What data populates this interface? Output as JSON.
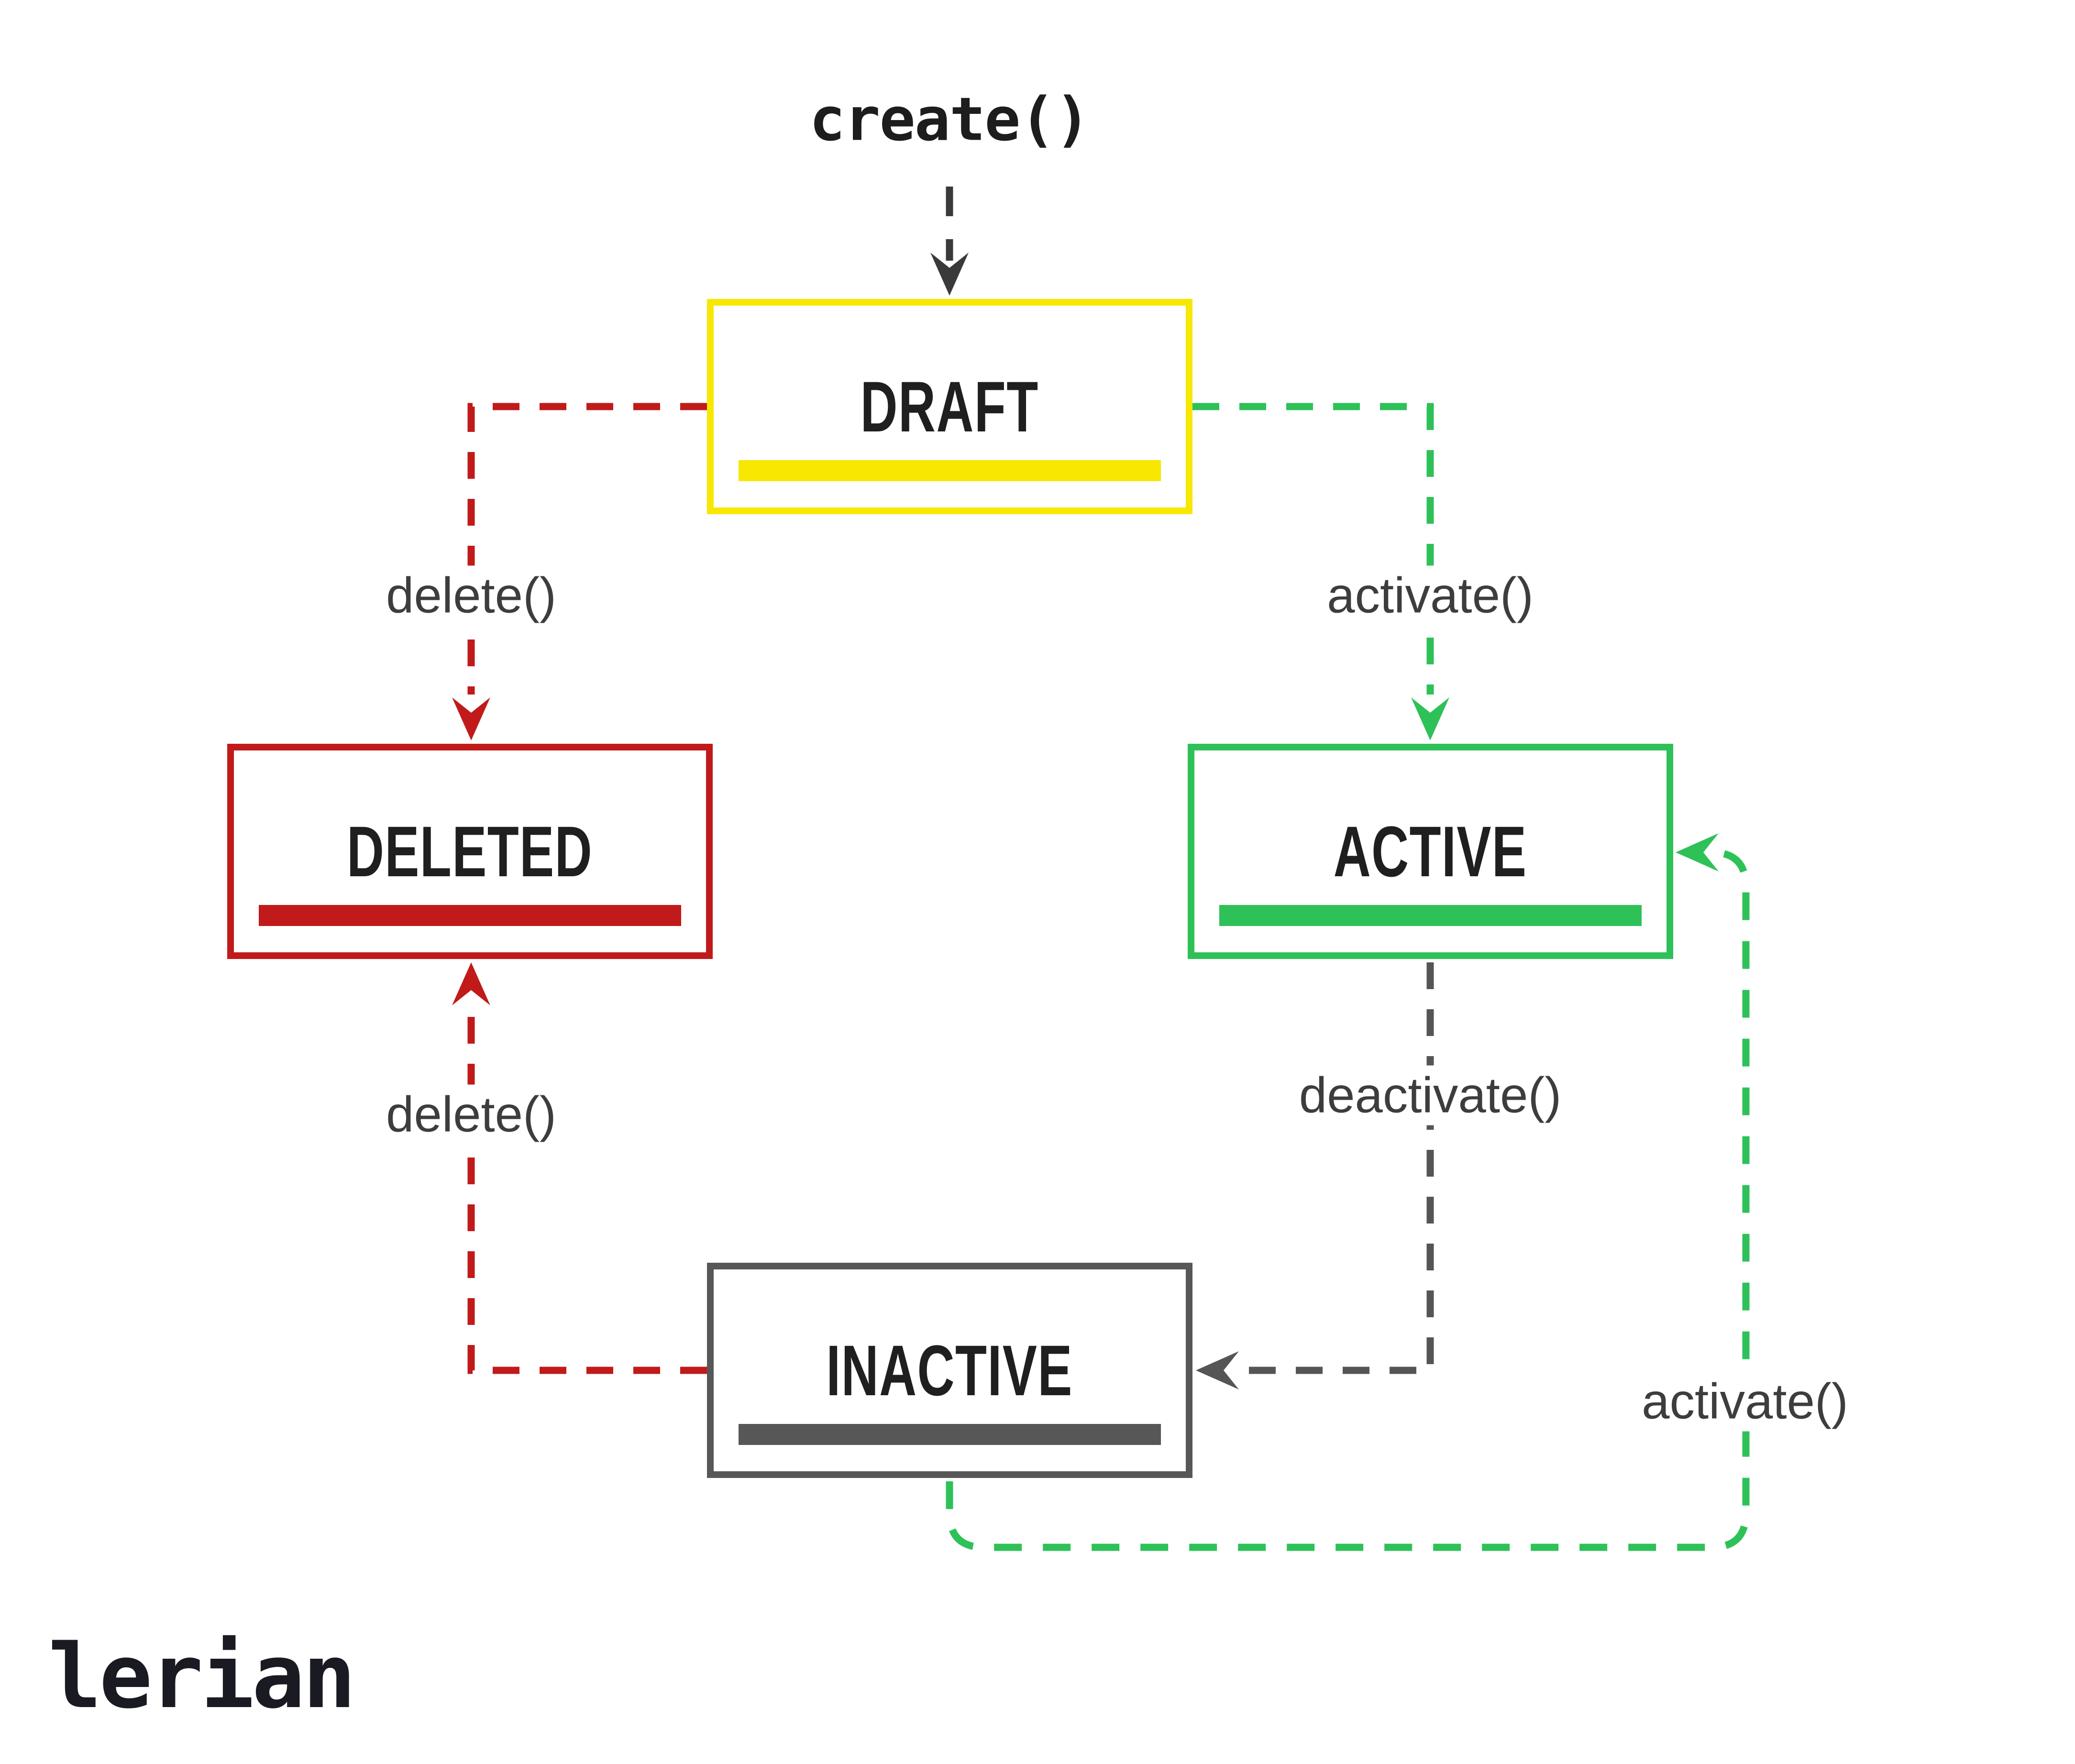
{
  "page": {
    "background_color": "#ffffff",
    "logo_text": "lerian"
  },
  "diagram": {
    "type": "state-machine",
    "entry_label": "create()",
    "states": [
      {
        "label": "DRAFT",
        "color": "#f8e700"
      },
      {
        "label": "DELETED",
        "color": "#c11a1a"
      },
      {
        "label": "ACTIVE",
        "color": "#2ec158"
      },
      {
        "label": "INACTIVE",
        "color": "#575757"
      }
    ],
    "transitions": [
      {
        "from": "start",
        "to": "DRAFT",
        "label": "create()",
        "color": "#3a3a3a",
        "style": "dashed"
      },
      {
        "from": "DRAFT",
        "to": "DELETED",
        "label": "delete()",
        "color": "#c11a1a",
        "style": "dashed"
      },
      {
        "from": "DRAFT",
        "to": "ACTIVE",
        "label": "activate()",
        "color": "#2ec158",
        "style": "dashed"
      },
      {
        "from": "ACTIVE",
        "to": "INACTIVE",
        "label": "deactivate()",
        "color": "#555555",
        "style": "dashed"
      },
      {
        "from": "INACTIVE",
        "to": "DELETED",
        "label": "delete()",
        "color": "#c11a1a",
        "style": "dashed"
      },
      {
        "from": "INACTIVE",
        "to": "ACTIVE",
        "label": "activate()",
        "color": "#2ec158",
        "style": "dashed"
      }
    ],
    "label_text_color": "#3d3d3d",
    "state_text_color": "#1f1f1f"
  }
}
